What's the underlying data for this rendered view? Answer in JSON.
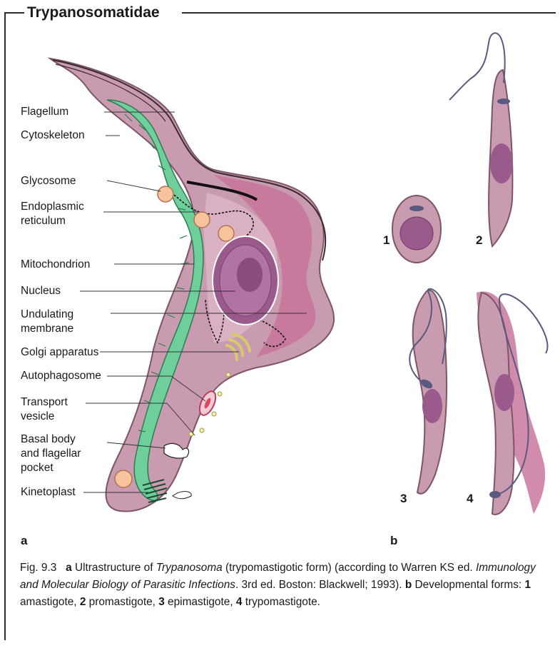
{
  "title": "Trypanosomatidae",
  "labels": {
    "flagellum": "Flagellum",
    "cytoskeleton": "Cytoskeleton",
    "glycosome": "Glycosome",
    "er1": "Endoplasmic",
    "er2": "reticulum",
    "mitochondrion": "Mitochondrion",
    "nucleus": "Nucleus",
    "um1": "Undulating",
    "um2": "membrane",
    "golgi": "Golgi apparatus",
    "autophagosome": "Autophagosome",
    "tv1": "Transport",
    "tv2": "vesicle",
    "bb1": "Basal body",
    "bb2": "and flagellar",
    "bb3": "pocket",
    "kinetoplast": "Kinetoplast"
  },
  "form_numbers": [
    "1",
    "2",
    "3",
    "4"
  ],
  "panel_letters": {
    "a": "a",
    "b": "b"
  },
  "caption": {
    "fig": "Fig. 9.3",
    "a": "a",
    "p1": " Ultrastructure of ",
    "genus": "Trypanosoma",
    "p2": " (trypomastigotic form) (according to Warren KS ed. ",
    "book": "Immunology and Molecular Biology of Parasitic Infections",
    "p3": ". 3rd ed. Boston: Blackwell; 1993). ",
    "b": "b",
    "p4": " Developmental forms: ",
    "n1": "1",
    "f1": " amastigote, ",
    "n2": "2",
    "f2": " promastigote, ",
    "n3": "3",
    "f3": " epimastigote, ",
    "n4": "4",
    "f4": " trypomastigote."
  },
  "colors": {
    "cell": "#c99bb0",
    "cell_dark": "#b07a95",
    "mito": "#6fcf9a",
    "nucleus": "#9a5a8c",
    "glycosome": "#f6c39c",
    "golgi": "#f3efb0"
  }
}
